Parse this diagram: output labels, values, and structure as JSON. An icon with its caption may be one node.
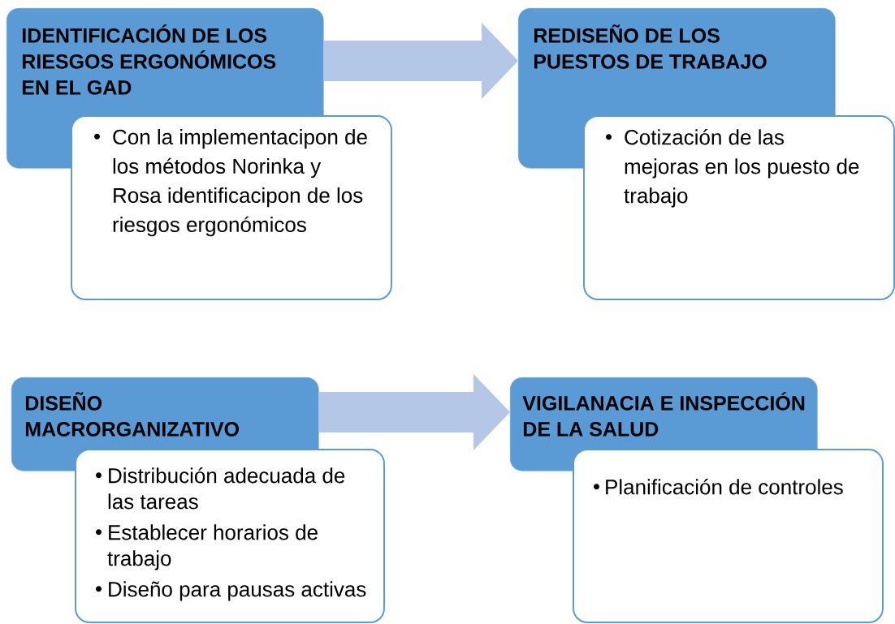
{
  "diagram": {
    "nodes": [
      {
        "text": [
          "IDENTIFICACIÓN DE LOS RIESGOS ERGONÓMICOS EN EL GAD"
        ]
      },
      {
        "text": [
          "Con la implementacipon de los métodos Norinka y Rosa identificacipon de los riesgos ergonómicos"
        ]
      },
      {
        "text": [
          "REDISEÑO DE LOS PUESTOS DE TRABAJO"
        ]
      },
      {
        "text": [
          "Cotización de las mejoras en los puesto de trabajo"
        ]
      },
      {
        "text": [
          "DISEÑO MACRORGANIZATIVO"
        ]
      },
      {
        "text": [
          "Distribución adecuada de las tareas",
          "Establecer horarios de trabajo",
          "Diseño para pausas activas"
        ]
      },
      {
        "text": [
          "VIGILANACIA E INSPECCIÓN DE LA SALUD"
        ]
      },
      {
        "text": [
          "Planificación de controles"
        ]
      }
    ],
    "edges": [
      {
        "from": 0,
        "to": 2,
        "arrow": "to"
      },
      {
        "from": 4,
        "to": 6,
        "arrow": "to"
      }
    ]
  }
}
